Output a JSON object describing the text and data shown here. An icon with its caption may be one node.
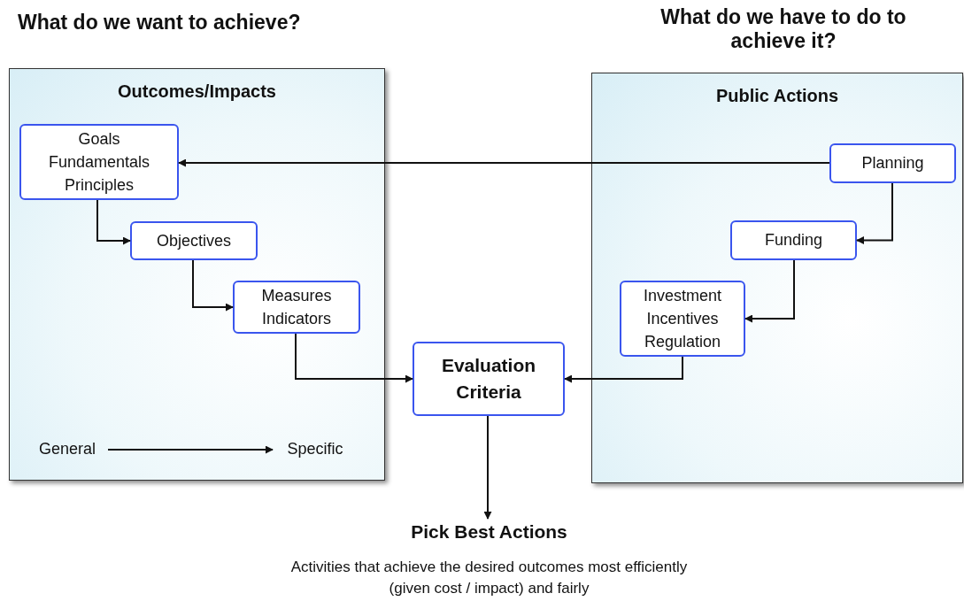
{
  "diagram": {
    "nodes": [
      {
        "text": [
          "Outcomes/Impacts"
        ]
      },
      {
        "text": [
          "Goals Fundamentals Principles"
        ],
        "in": 0
      },
      {
        "text": [
          "Objectives"
        ],
        "in": 0
      },
      {
        "text": [
          "Measures Indicators"
        ],
        "in": 0
      },
      {
        "text": [
          "Public Actions"
        ]
      },
      {
        "text": [
          "Planning"
        ],
        "in": 4
      },
      {
        "text": [
          "Funding"
        ],
        "in": 4
      },
      {
        "text": [
          "Investment Incentives Regulation"
        ],
        "in": 4
      },
      {
        "text": [
          "Evaluation Criteria"
        ]
      },
      {
        "text": [
          "Pick Best Actions",
          "Activities that achieve the desired outcomes most efficiently (given cost / impact) and fairly"
        ]
      },
      {
        "text": [
          "General"
        ],
        "in": 0
      },
      {
        "text": [
          "Specific"
        ],
        "in": 0
      }
    ],
    "edges": [
      {
        "from": 5,
        "to": 1,
        "arrow": "to"
      },
      {
        "from": 1,
        "to": 2,
        "arrow": "to"
      },
      {
        "from": 2,
        "to": 3,
        "arrow": "to"
      },
      {
        "from": 3,
        "to": 8,
        "arrow": "to"
      },
      {
        "from": 5,
        "to": 6,
        "arrow": "to"
      },
      {
        "from": 6,
        "to": 7,
        "arrow": "to"
      },
      {
        "from": 7,
        "to": 8,
        "arrow": "to"
      },
      {
        "from": 8,
        "to": 9,
        "arrow": "to"
      },
      {
        "from": 10,
        "to": 11,
        "arrow": "to"
      }
    ],
    "labels": [
      "What do we want to achieve?",
      "What do we have to do to achieve it?"
    ]
  }
}
